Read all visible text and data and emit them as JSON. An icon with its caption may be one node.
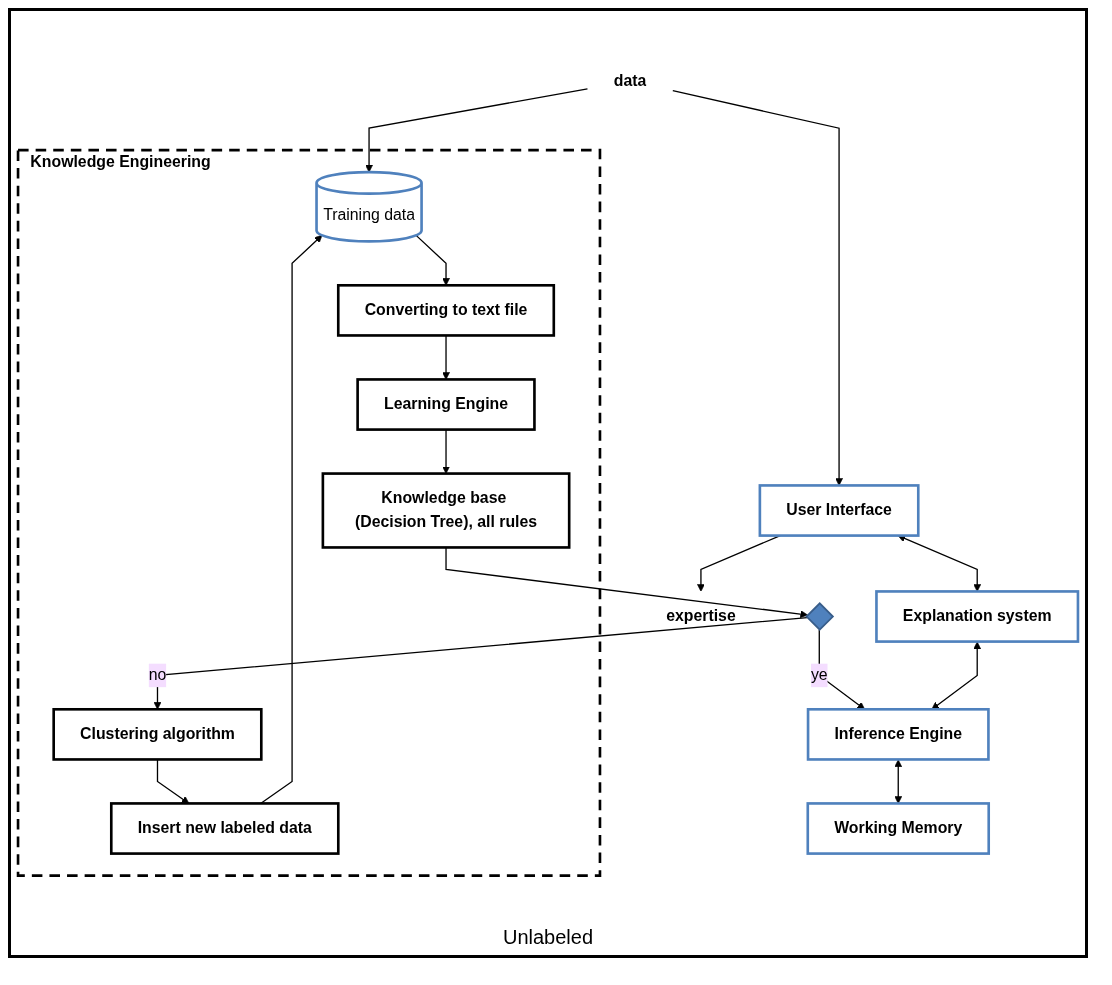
{
  "diagram": {
    "nodes": [
      {
        "text": [
          "Knowledge Engineering"
        ]
      },
      {
        "text": [
          "Training data"
        ],
        "in": 0
      },
      {
        "text": [
          "Converting to text file"
        ],
        "in": 0
      },
      {
        "text": [
          "Learning Engine"
        ],
        "in": 0
      },
      {
        "text": [
          "Knowledge base (Decision Tree), all rules"
        ],
        "in": 0
      },
      {
        "text": [],
        "shape": "diamond"
      },
      {
        "text": [
          "Insert new labeled data"
        ],
        "in": 0
      },
      {
        "text": [
          "Clustering algorithm"
        ],
        "in": 0
      },
      {
        "text": [
          "User Interface"
        ]
      },
      {
        "text": [
          "Explanation system"
        ]
      },
      {
        "text": [
          "Inference Engine"
        ]
      },
      {
        "text": [
          "Working Memory"
        ]
      },
      {
        "text": [
          "data"
        ]
      },
      {
        "text": [
          "expertise"
        ]
      }
    ],
    "edges": [
      {
        "from": 12,
        "to": 1,
        "arrow": "to"
      },
      {
        "from": 12,
        "to": 8,
        "arrow": "to"
      },
      {
        "from": 8,
        "to": 13,
        "arrow": "to"
      },
      {
        "from": 1,
        "to": 2,
        "arrow": "to"
      },
      {
        "from": 2,
        "to": 3,
        "arrow": "to"
      },
      {
        "from": 3,
        "to": 4,
        "arrow": "to"
      },
      {
        "from": 4,
        "to": 5,
        "arrow": "to"
      },
      {
        "from": 5,
        "to": 10,
        "arrow": "to",
        "label": "ye"
      },
      {
        "from": 5,
        "to": 7,
        "arrow": "to",
        "label": "no"
      },
      {
        "from": 7,
        "to": 6,
        "arrow": "to"
      },
      {
        "from": 6,
        "to": 1,
        "arrow": "to"
      },
      {
        "from": 8,
        "to": 9,
        "arrow": "both"
      },
      {
        "from": 9,
        "to": 10,
        "arrow": "both"
      },
      {
        "from": 10,
        "to": 11,
        "arrow": "both"
      }
    ],
    "labels": [
      "Unlabeled"
    ]
  }
}
